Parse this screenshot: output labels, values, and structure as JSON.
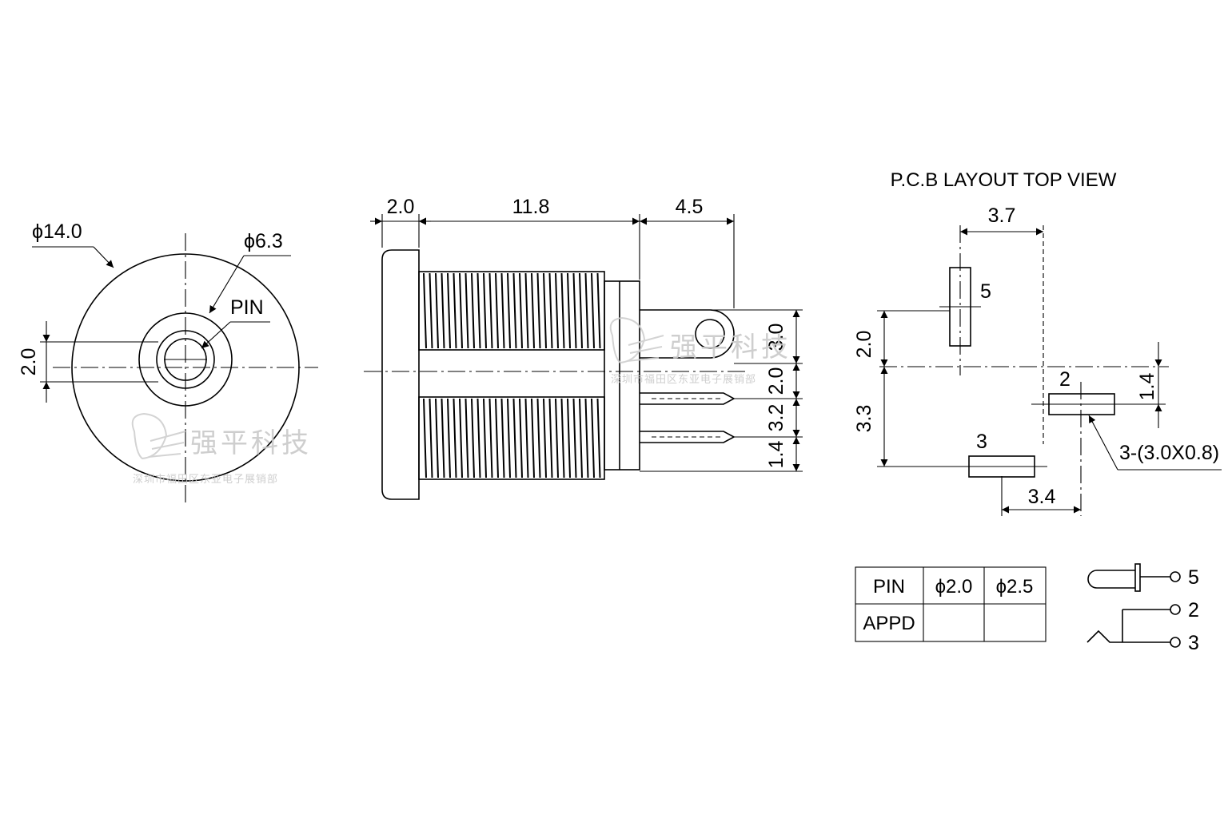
{
  "front_view": {
    "outer_diameter": "ϕ14.0",
    "inner_diameter": "ϕ6.3",
    "pin_label": "PIN",
    "pin_spacing": "2.0"
  },
  "side_view": {
    "flange_width": "2.0",
    "body_length": "11.8",
    "terminal_length": "4.5",
    "dim_3_0": "3.0",
    "dim_2_0": "2.0",
    "dim_3_2": "3.2",
    "dim_1_4": "1.4"
  },
  "pcb_layout": {
    "title": "P.C.B LAYOUT TOP VIEW",
    "dim_top": "3.7",
    "dim_left_upper": "2.0",
    "dim_left_lower": "3.3",
    "dim_right": "1.4",
    "dim_bottom": "3.4",
    "pad_label_5": "5",
    "pad_label_2": "2",
    "pad_label_3": "3",
    "pad_note": "3-(3.0X0.8)"
  },
  "pin_table": {
    "headers": [
      "PIN",
      "ϕ2.0",
      "ϕ2.5"
    ],
    "row_label": "APPD"
  },
  "schematic": {
    "terminals": [
      "5",
      "2",
      "3"
    ]
  },
  "watermark": {
    "logo_text": "强平科技",
    "sub_text": "深圳市福田区东亚电子展销部"
  }
}
